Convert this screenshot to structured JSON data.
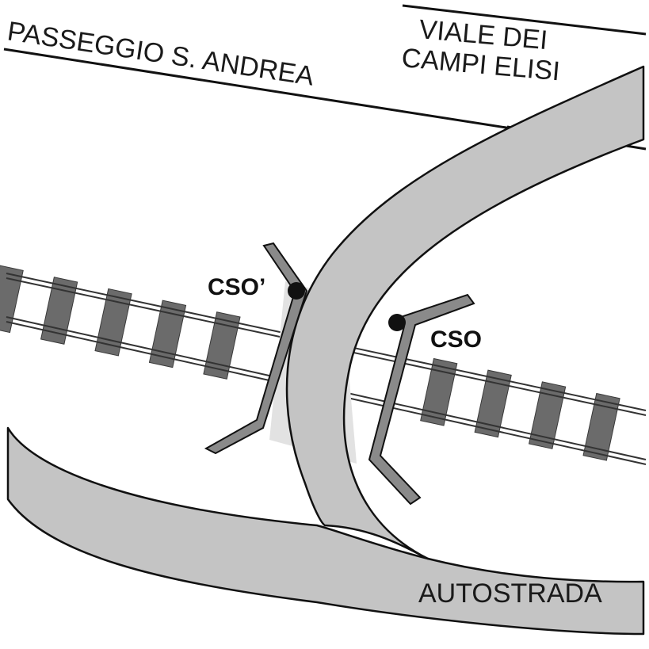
{
  "streets": {
    "passeggio": "PASSEGGIO S. ANDREA",
    "viale_line1": "VIALE DEI",
    "viale_line2": "CAMPI ELISI",
    "autostrada": "AUTOSTRADA"
  },
  "markers": {
    "cso_prime": "CSO’",
    "cso": "CSO"
  },
  "colors": {
    "road_fill": "#c4c4c4",
    "deck_fill": "#e2e2e2",
    "rail_tie": "#6b6b6b",
    "parapet": "#8a8a8a",
    "marker": "#111111",
    "outline": "#111111"
  }
}
